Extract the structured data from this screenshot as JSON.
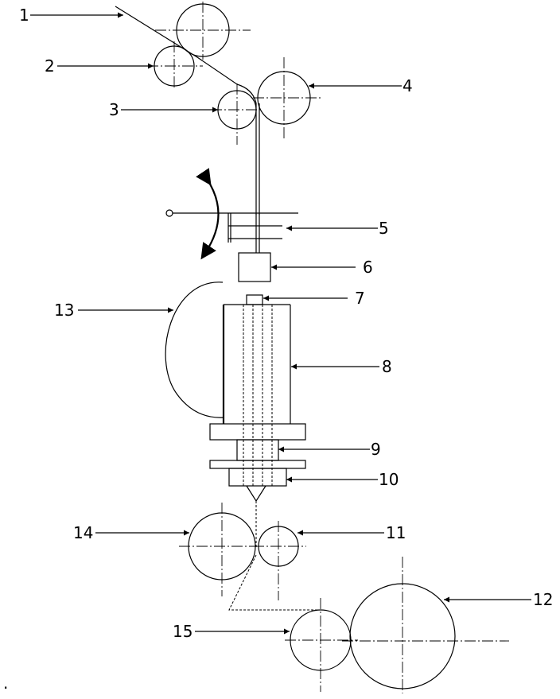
{
  "labels": {
    "l1": "1",
    "l2": "2",
    "l3": "3",
    "l4": "4",
    "l5": "5",
    "l6": "6",
    "l7": "7",
    "l8": "8",
    "l9": "9",
    "l10": "10",
    "l11": "11",
    "l12": "12",
    "l13": "13",
    "l14": "14",
    "l15": "15"
  },
  "footnote": "."
}
